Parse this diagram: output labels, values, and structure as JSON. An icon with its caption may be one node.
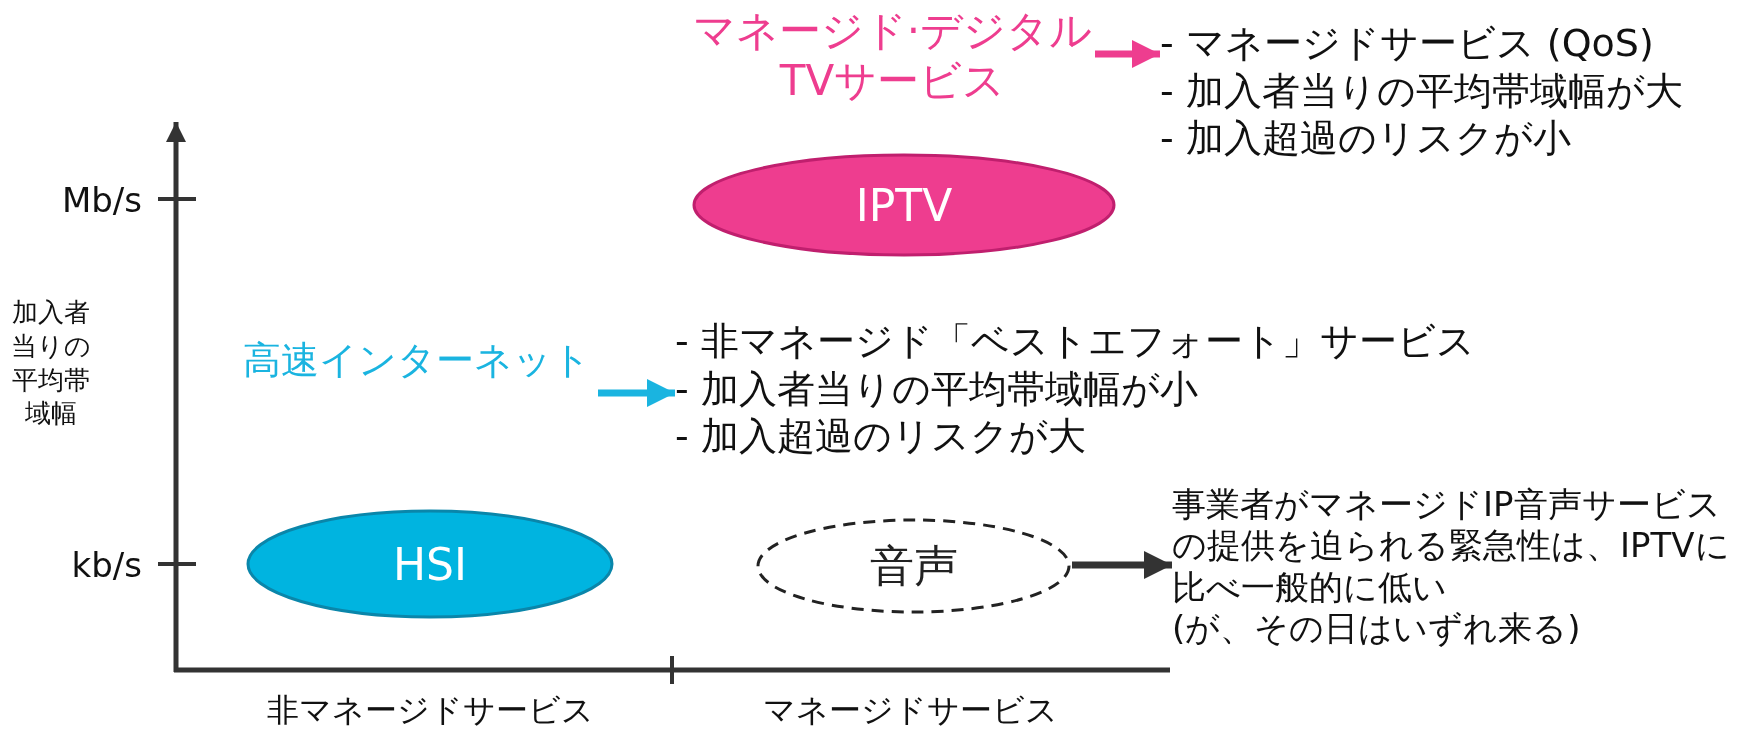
{
  "diagram": {
    "nodes": [
      {
        "text": [
          "マネージド·デジタルTVサービス"
        ]
      },
      {
        "text": [
          "- マネージドサービス (QoS)",
          "- 加入者当りの平均帯域幅が大",
          "- 加入超過のリスクが小"
        ]
      },
      {
        "text": [
          "IPTV"
        ]
      },
      {
        "text": [
          "高速インターネット"
        ]
      },
      {
        "text": [
          "- 非マネージド「ベストエフォート」サービス",
          "- 加入者当りの平均帯域幅が小",
          "- 加入超過のリスクが大"
        ]
      },
      {
        "text": [
          "HSI"
        ]
      },
      {
        "text": [
          "音声"
        ]
      },
      {
        "text": [
          "事業者がマネージドIP音声サービスの提供を迫られる緊急性は、IPTVに比べ一般的に低い",
          "(が、その日はいずれ来る)"
        ]
      }
    ],
    "edges": [
      {
        "from": 0,
        "to": 1,
        "arrow": "to",
        "color": "#ee3d8f"
      },
      {
        "from": 3,
        "to": 4,
        "arrow": "to",
        "color": "#1ab4e0"
      },
      {
        "from": 6,
        "to": 7,
        "arrow": "to",
        "color": "#333333"
      }
    ],
    "labels": [
      "Mb/s",
      "kb/s",
      "加入者当りの平均帯域幅",
      "非マネージドサービス",
      "マネージドサービス"
    ]
  }
}
